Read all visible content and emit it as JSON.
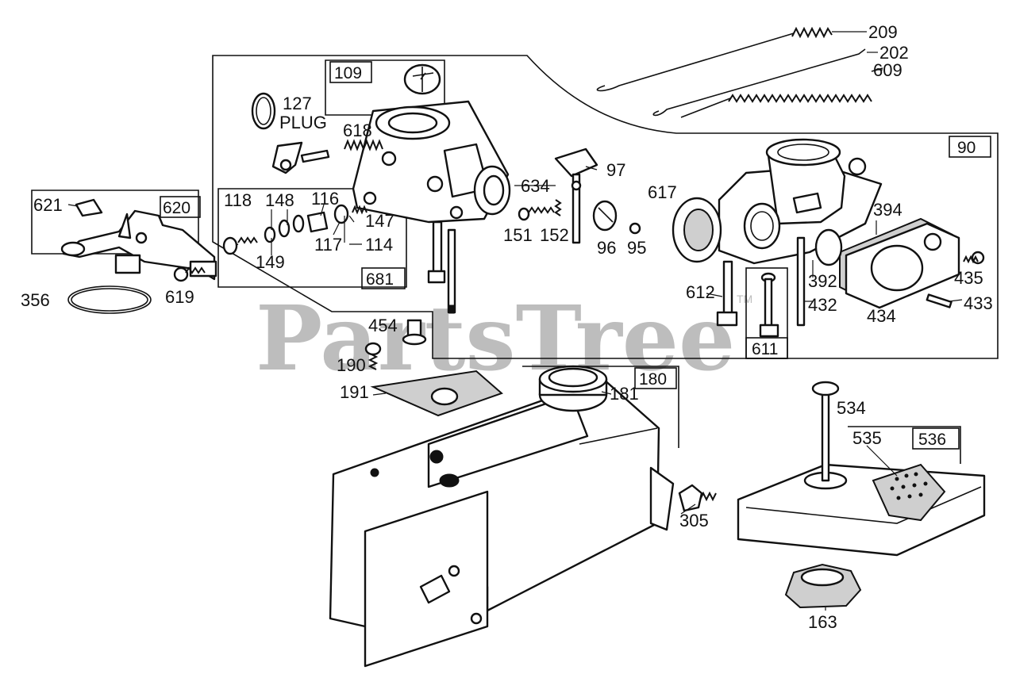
{
  "watermark": {
    "text": "PartsTree",
    "tm": "TM"
  },
  "callouts": {
    "c209": "209",
    "c202": "202",
    "c609": "609",
    "c127": "127",
    "plug": "PLUG",
    "c618": "618",
    "c634": "634",
    "c97": "97",
    "c617": "617",
    "c151": "151",
    "c152": "152",
    "c96": "96",
    "c95": "95",
    "c394": "394",
    "c435": "435",
    "c392": "392",
    "c432": "432",
    "c433": "433",
    "c434": "434",
    "c612": "612",
    "c118": "118",
    "c148": "148",
    "c116": "116",
    "c147": "147",
    "c149": "149",
    "c117": "117",
    "c114": "114",
    "c621": "621",
    "c619": "619",
    "c356": "356",
    "c454": "454",
    "c190": "190",
    "c191": "191",
    "c181": "181",
    "c305": "305",
    "c534": "534",
    "c535": "535",
    "c163": "163"
  },
  "boxes": {
    "b109": "109",
    "b90": "90",
    "b620": "620",
    "b681": "681",
    "b611": "611",
    "b180": "180",
    "b536": "536"
  }
}
